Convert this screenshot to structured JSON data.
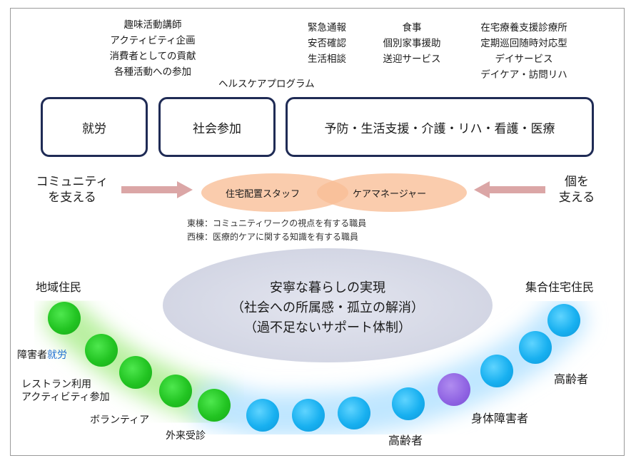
{
  "top_groups": {
    "social_items": [
      "趣味活動講師",
      "アクティビティ企画",
      "消費者としての貢献",
      "各種活動への参加"
    ],
    "health_program_label": "ヘルスケアプログラム",
    "support_col1": [
      "緊急通報",
      "安否確認",
      "生活相談"
    ],
    "support_col2": [
      "食事",
      "個別家事援助",
      "送迎サービス"
    ],
    "support_col3": [
      "在宅療養支援診療所",
      "定期巡回随時対応型",
      "デイサービス",
      "デイケア・訪問リハ"
    ]
  },
  "boxes": {
    "work": "就労",
    "social": "社会参加",
    "care": "予防・生活支援・介護・リハ・看護・医療"
  },
  "middle": {
    "left_line1": "コミュニティ",
    "left_line2": "を支える",
    "right_line1": "個を",
    "right_line2": "支える",
    "left_ellipse": "住宅配置スタッフ",
    "right_ellipse": "ケアマネージャー",
    "note1": "東棟：コミュニティワークの視点を有する職員",
    "note2": "西棟：医療的ケアに関する知識を有する職員"
  },
  "center": {
    "line1": "安寧な暮らしの実現",
    "line2": "（社会への所属感・孤立の解消）",
    "line3": "（過不足ないサポート体制）"
  },
  "people": {
    "local_residents": "地域住民",
    "disabled_work_prefix": "障害者",
    "disabled_work_suffix": "就労",
    "restaurant": "レストラン利用",
    "activity": "アクティビティ参加",
    "volunteer": "ボランティア",
    "outpatient": "外来受診",
    "elderly_bottom": "高齢者",
    "physically_disabled": "身体障害者",
    "elderly_right": "高齢者",
    "housing_residents": "集合住宅住民"
  },
  "colors": {
    "box_border": "#1f2b55",
    "arrow": "#dba6a6",
    "ellipse": "#f9c4a0",
    "green": "#22c422",
    "blue": "#18b0f0",
    "purple": "#8e62e2",
    "center_ellipse": "#d3d6e4"
  }
}
